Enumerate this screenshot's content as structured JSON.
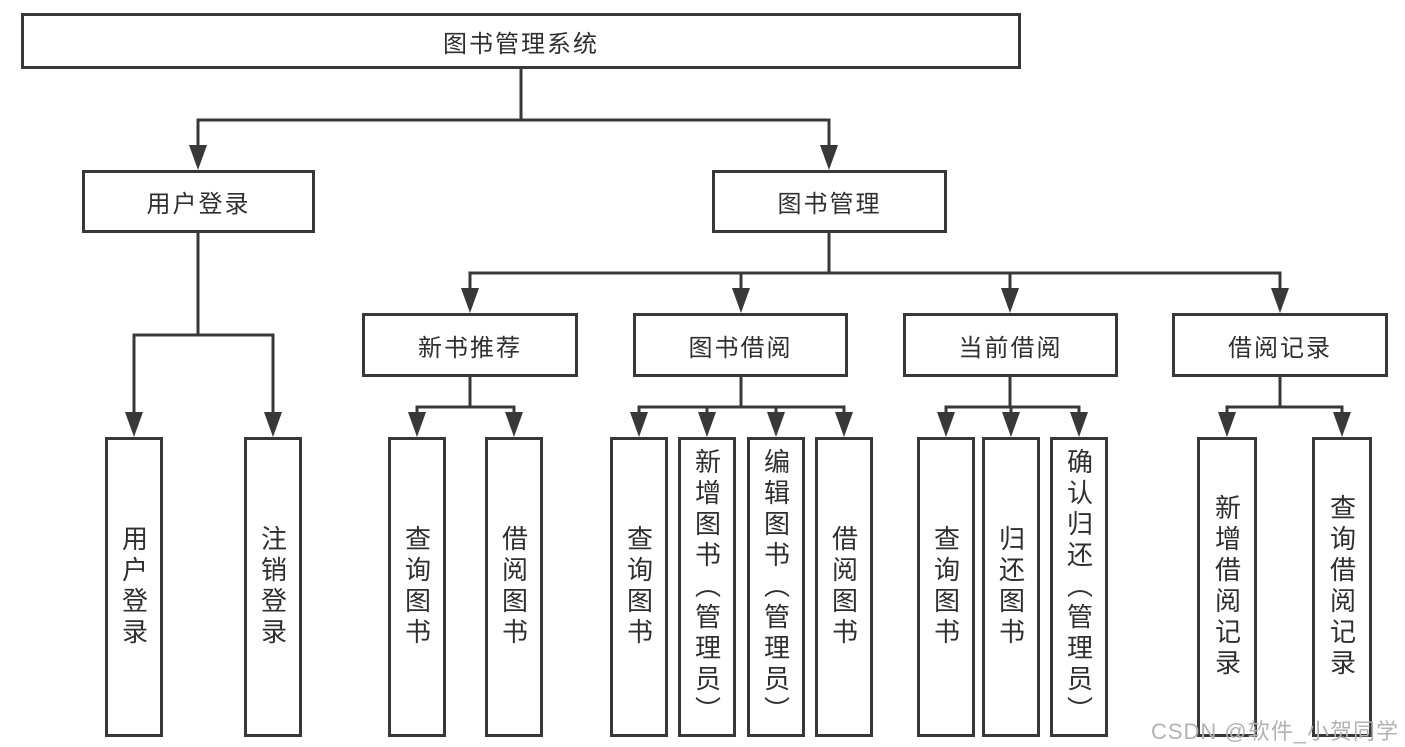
{
  "diagram": {
    "root": {
      "label": "图书管理系统"
    },
    "branches": [
      {
        "label": "用户登录",
        "children": [
          {
            "label": "用户登录"
          },
          {
            "label": "注销登录"
          }
        ]
      },
      {
        "label": "图书管理",
        "children": [
          {
            "label": "新书推荐",
            "children": [
              {
                "label": "查询图书"
              },
              {
                "label": "借阅图书"
              }
            ]
          },
          {
            "label": "图书借阅",
            "children": [
              {
                "label": "查询图书"
              },
              {
                "label": "新增图书（管理员）"
              },
              {
                "label": "编辑图书（管理员）"
              },
              {
                "label": "借阅图书"
              }
            ]
          },
          {
            "label": "当前借阅",
            "children": [
              {
                "label": "查询图书"
              },
              {
                "label": "归还图书"
              },
              {
                "label": "确认归还（管理员）"
              }
            ]
          },
          {
            "label": "借阅记录",
            "children": [
              {
                "label": "新增借阅记录"
              },
              {
                "label": "查询借阅记录"
              }
            ]
          }
        ]
      }
    ],
    "colors": {
      "line": "#383838",
      "text": "#2f2f2f",
      "background": "#ffffff",
      "watermark": "#b2b2b6"
    }
  },
  "watermark": {
    "text": "CSDN @软件_小贺同学"
  }
}
